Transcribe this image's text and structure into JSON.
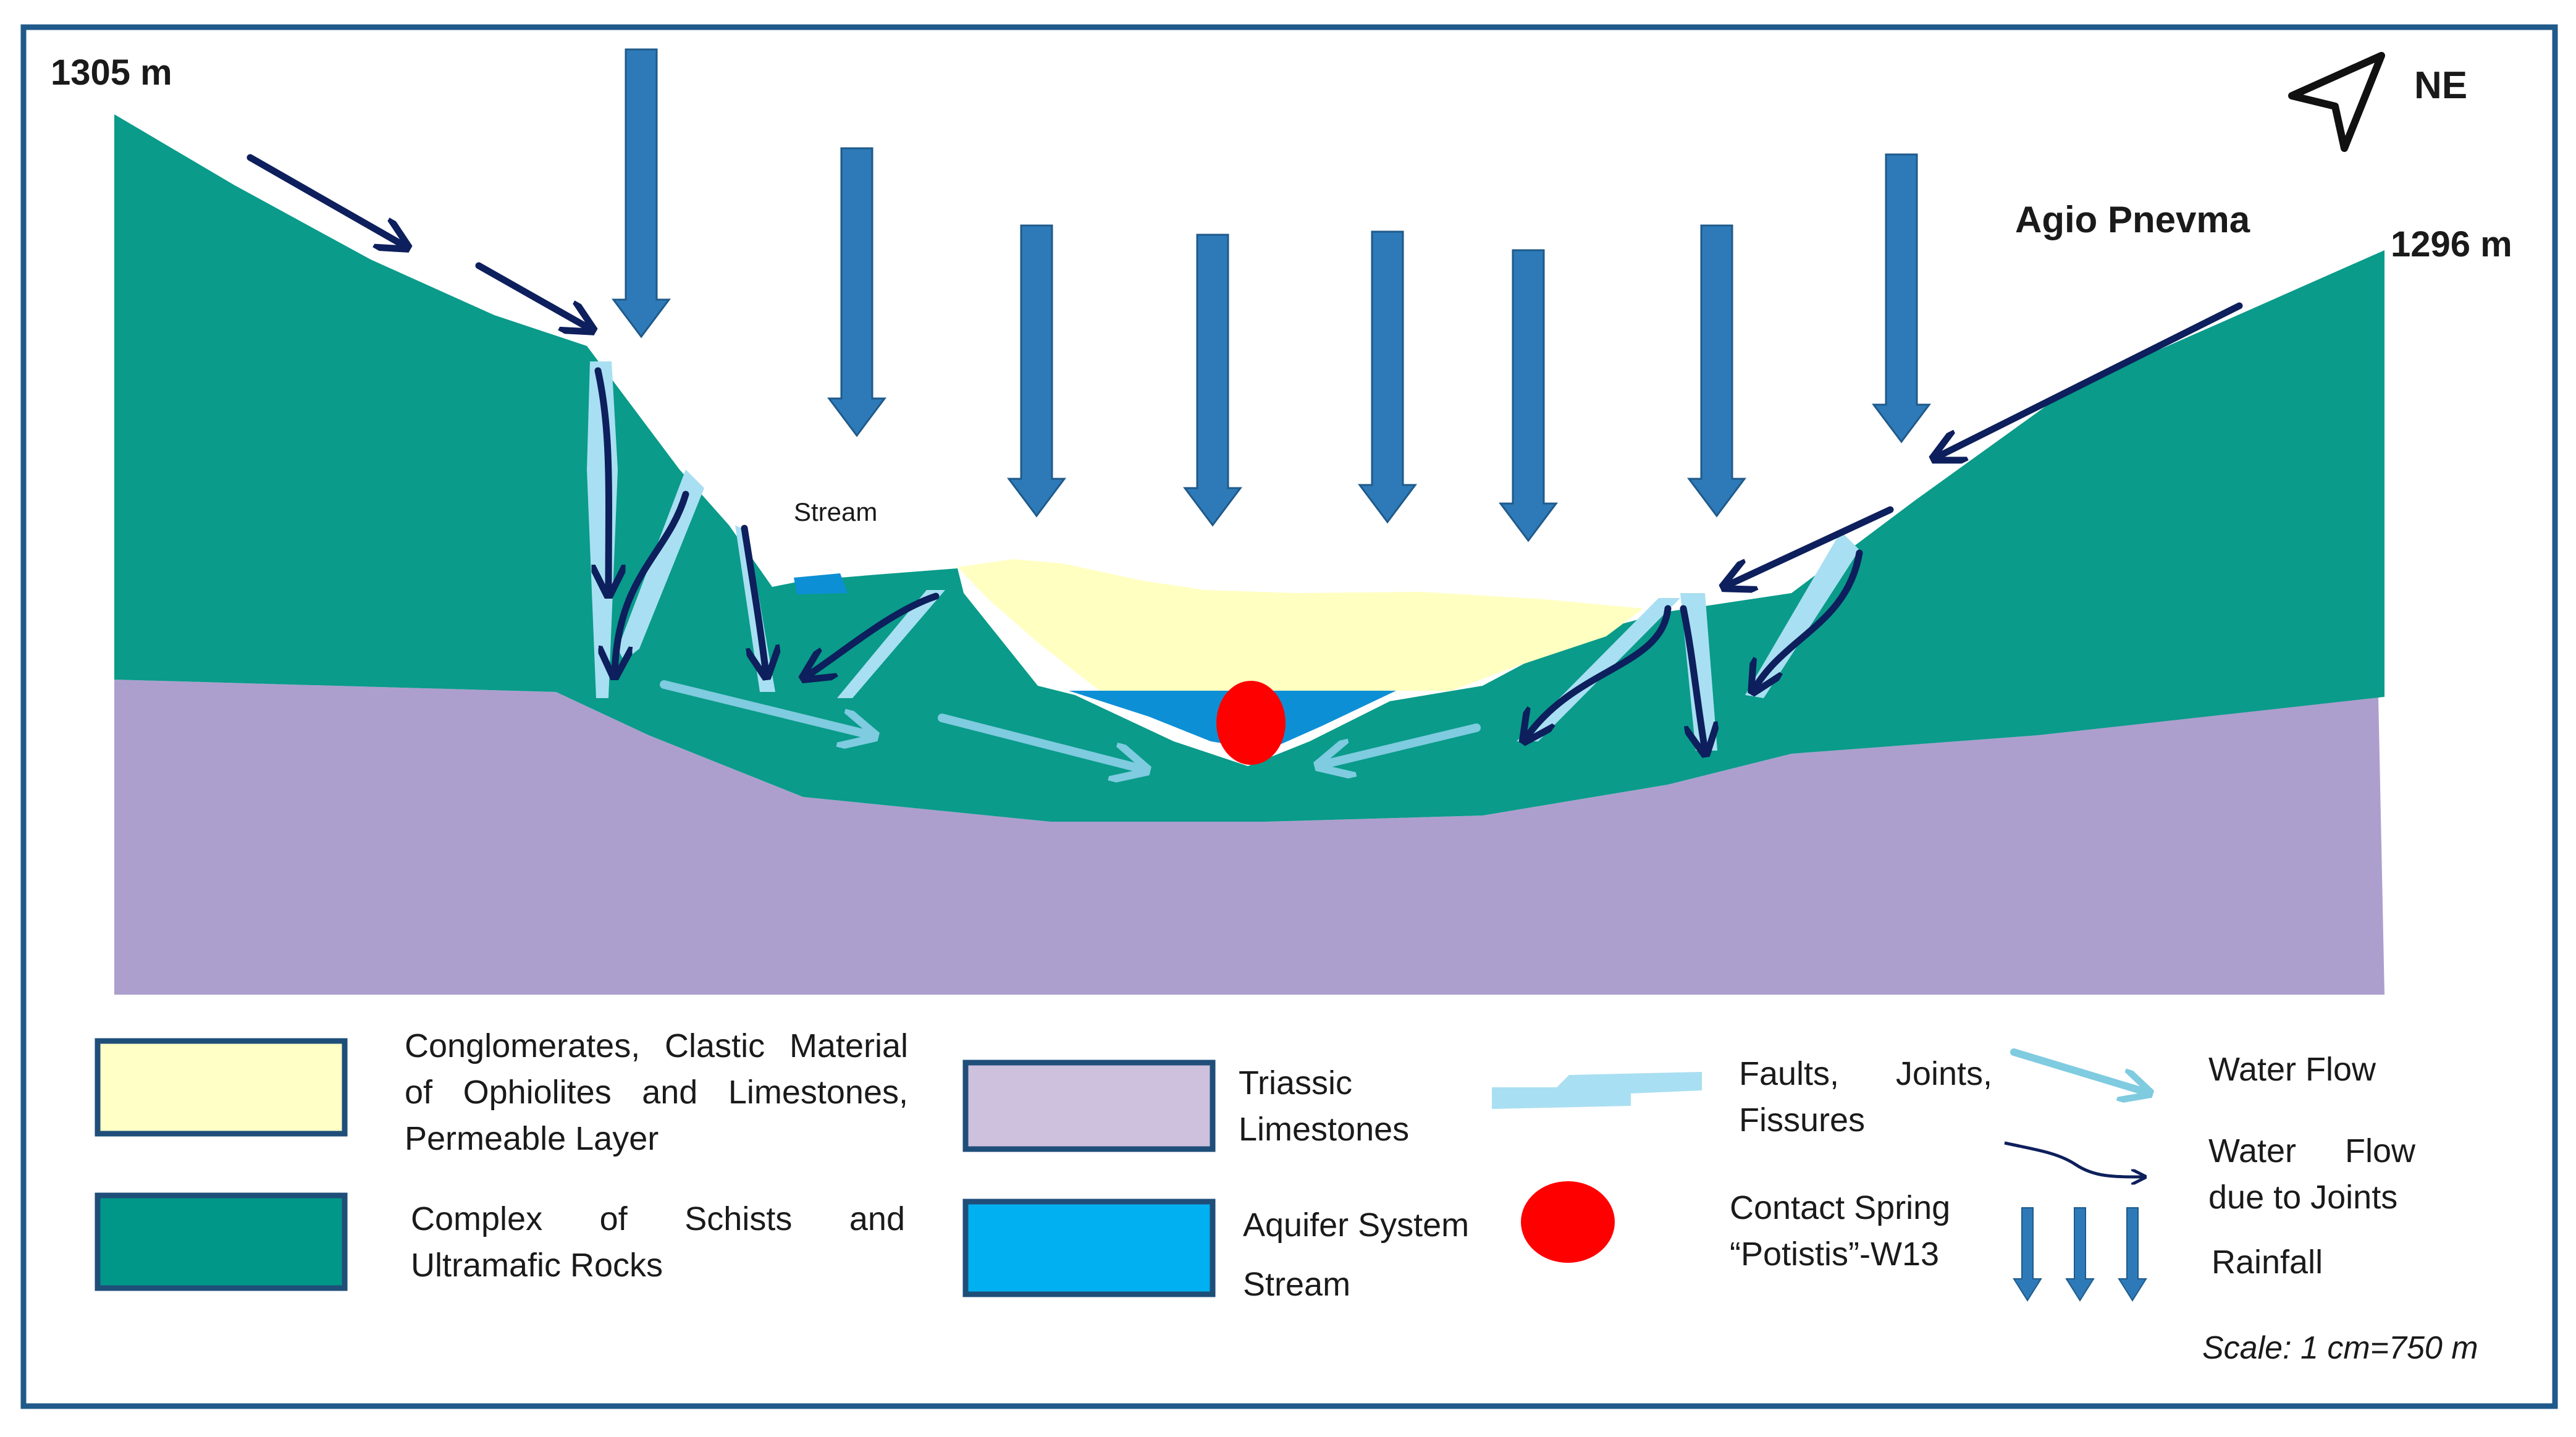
{
  "elevations": {
    "left": "1305 m",
    "right": "1296 m"
  },
  "place": "Agio Pnevma",
  "north": {
    "label": "NE"
  },
  "stream_label": "Stream",
  "legend": {
    "conglomerates": {
      "line1": "Conglomerates, Clastic Material",
      "line2": "of Ophiolites and Limestones,",
      "line3": "Permeable Layer",
      "color": "#ffffc6"
    },
    "schists": {
      "line1": "Complex of Schists and",
      "line2": "Ultramafic Rocks",
      "color": "#009688"
    },
    "triassic": {
      "line1": "Triassic",
      "line2": "Limestones",
      "color": "#cdc1de"
    },
    "aquifer": {
      "label": "Aquifer System",
      "color": "#00b0f0"
    },
    "stream": {
      "label": "Stream"
    },
    "faults": {
      "line1": "Faults, Joints,",
      "line2": "Fissures"
    },
    "spring": {
      "line1": "Contact Spring",
      "line2": "“Potistis”-W13",
      "color": "#ff0000"
    },
    "water_flow": {
      "label": "Water Flow"
    },
    "water_flow_joints": {
      "line1": "Water Flow",
      "line2": "due to Joints"
    },
    "rainfall": {
      "label": "Rainfall"
    }
  },
  "scale": "Scale: 1 cm=750 m",
  "colors": {
    "frame": "#1f5a8a",
    "schist_fill": "#0a9b8a",
    "limestone_fill": "#ac9fce",
    "conglomerate_fill": "#ffffc2",
    "aquifer_fill": "#0d8fd6",
    "rain_arrow": "#2e7ab8",
    "joint_arrow": "#0d1f5c",
    "water_flow_arrow": "#7fcbe0",
    "fault_fill": "#a9dff2",
    "spring": "#ff0000"
  }
}
